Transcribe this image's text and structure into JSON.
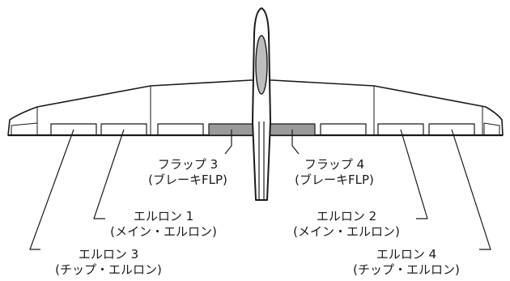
{
  "colors": {
    "line": "#1a1a1a",
    "fuselage_fill": "#bdbdbd",
    "surface_highlight": "#9a9a9a",
    "background": "#ffffff"
  },
  "labels": {
    "flap3": {
      "line1": "フラップ 3",
      "line2": "(ブレーキFLP)"
    },
    "flap4": {
      "line1": "フラップ 4",
      "line2": "(ブレーキFLP)"
    },
    "aileron1": {
      "line1": "エルロン 1",
      "line2": "(メイン・エルロン)"
    },
    "aileron2": {
      "line1": "エルロン 2",
      "line2": "(メイン・エルロン)"
    },
    "aileron3": {
      "line1": "エルロン 3",
      "line2": "(チップ・エルロン)"
    },
    "aileron4": {
      "line1": "エルロン 4",
      "line2": "(チップ・エルロン)"
    }
  }
}
